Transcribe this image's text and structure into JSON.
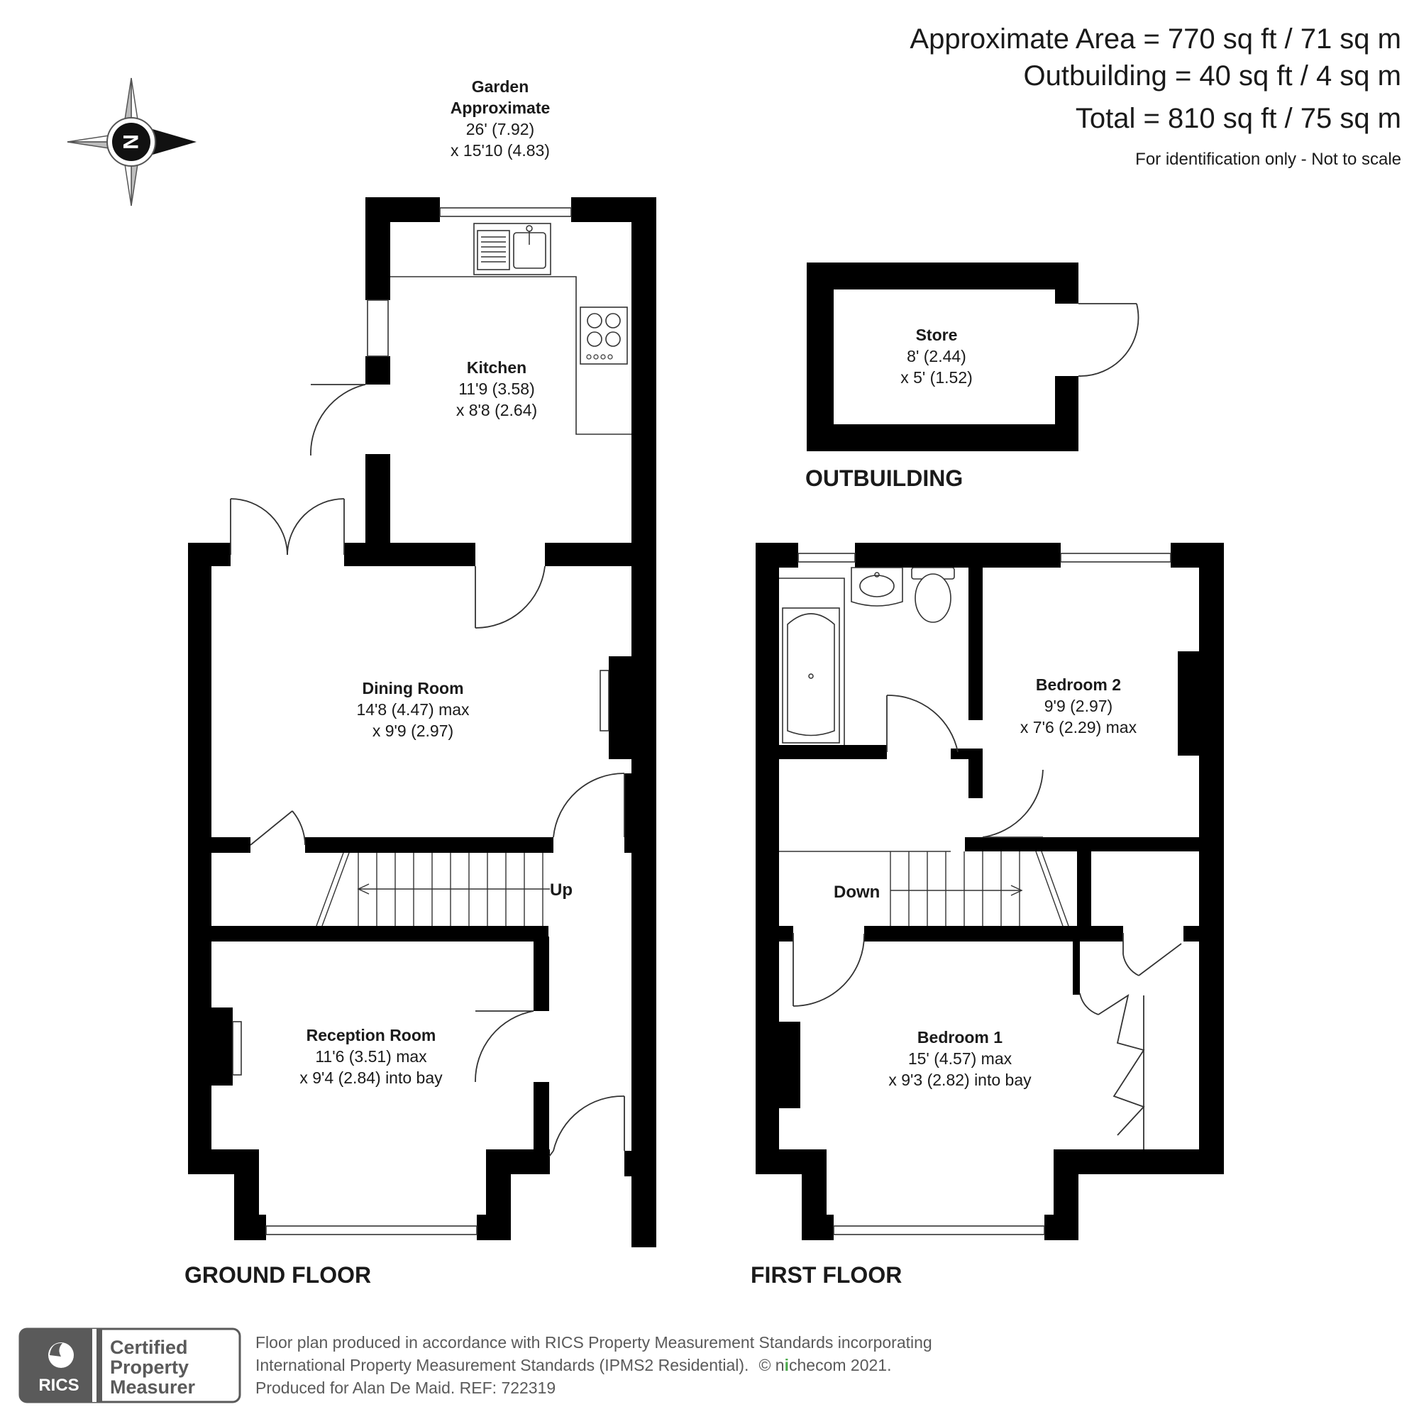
{
  "header": {
    "area_line": "Approximate Area = 770 sq ft / 71 sq m",
    "outbuilding_line": "Outbuilding = 40 sq ft / 4 sq m",
    "total_line": "Total = 810 sq ft / 75 sq m",
    "disclaimer": "For identification only - Not to scale"
  },
  "compass": {
    "letter": "N",
    "icon": "compass-rose-icon"
  },
  "garden": {
    "name": "Garden",
    "qualifier": "Approximate",
    "dim1": "26' (7.92)",
    "dim2": "x 15'10 (4.83)"
  },
  "rooms": {
    "kitchen": {
      "name": "Kitchen",
      "dim1": "11'9 (3.58)",
      "dim2": "x 8'8 (2.64)"
    },
    "dining": {
      "name": "Dining Room",
      "dim1": "14'8 (4.47) max",
      "dim2": "x 9'9 (2.97)"
    },
    "reception": {
      "name": "Reception Room",
      "dim1": "11'6 (3.51) max",
      "dim2": "x 9'4 (2.84) into bay"
    },
    "store": {
      "name": "Store",
      "dim1": "8' (2.44)",
      "dim2": "x 5' (1.52)"
    },
    "bedroom2": {
      "name": "Bedroom 2",
      "dim1": "9'9 (2.97)",
      "dim2": "x 7'6 (2.29) max"
    },
    "bedroom1": {
      "name": "Bedroom 1",
      "dim1": "15' (4.57) max",
      "dim2": "x 9'3 (2.82) into bay"
    }
  },
  "stairs": {
    "up_label": "Up",
    "down_label": "Down"
  },
  "floors": {
    "ground": "GROUND FLOOR",
    "first": "FIRST FLOOR",
    "outbuilding": "OUTBUILDING"
  },
  "badge": {
    "org": "RICS",
    "line1": "Certified",
    "line2": "Property",
    "line3": "Measurer"
  },
  "footer": {
    "line1": "Floor plan produced in accordance with RICS Property Measurement Standards incorporating",
    "line2_a": "International Property Measurement Standards (IPMS2 Residential).",
    "line2_b": "© n",
    "line2_c": "checom",
    "line2_d": " 2021.",
    "line3": "Produced for Alan De Maid.   REF: 722319"
  },
  "colors": {
    "wall": "#000000",
    "text": "#1a1a1a",
    "badge_gray": "#5a5a5a",
    "brand_green": "#4aa84a"
  }
}
